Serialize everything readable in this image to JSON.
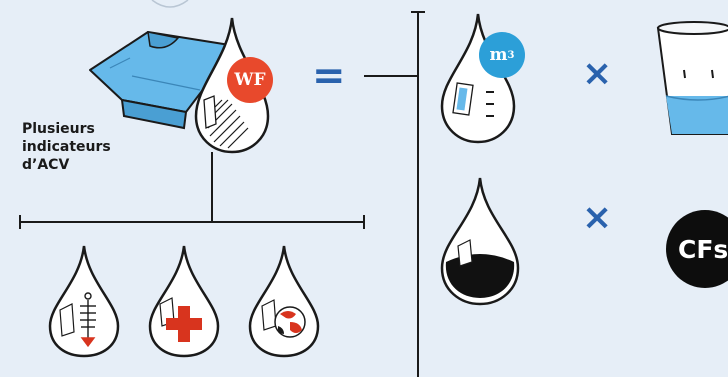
{
  "label": "Plusieurs indicateurs d’ACV",
  "badges": {
    "wf": "WF",
    "m3_base": "m",
    "m3_exp": "3",
    "cfs": "CFs"
  },
  "operators": {
    "equals": "=",
    "times": "×"
  },
  "colors": {
    "background": "#e6eef7",
    "wf_badge": "#e8492c",
    "m3_badge": "#2c9fd8",
    "cfs_badge": "#0d0d0d",
    "operator": "#2a62ad",
    "shirt": "#66b9ea",
    "red_accent": "#d8341e",
    "line": "#1a1a1a"
  },
  "icons": [
    "t-shirt-icon",
    "water-drop-icon",
    "ruler-icon",
    "glass-of-water-icon",
    "fish-skeleton-icon",
    "health-cross-icon",
    "globe-icon"
  ]
}
